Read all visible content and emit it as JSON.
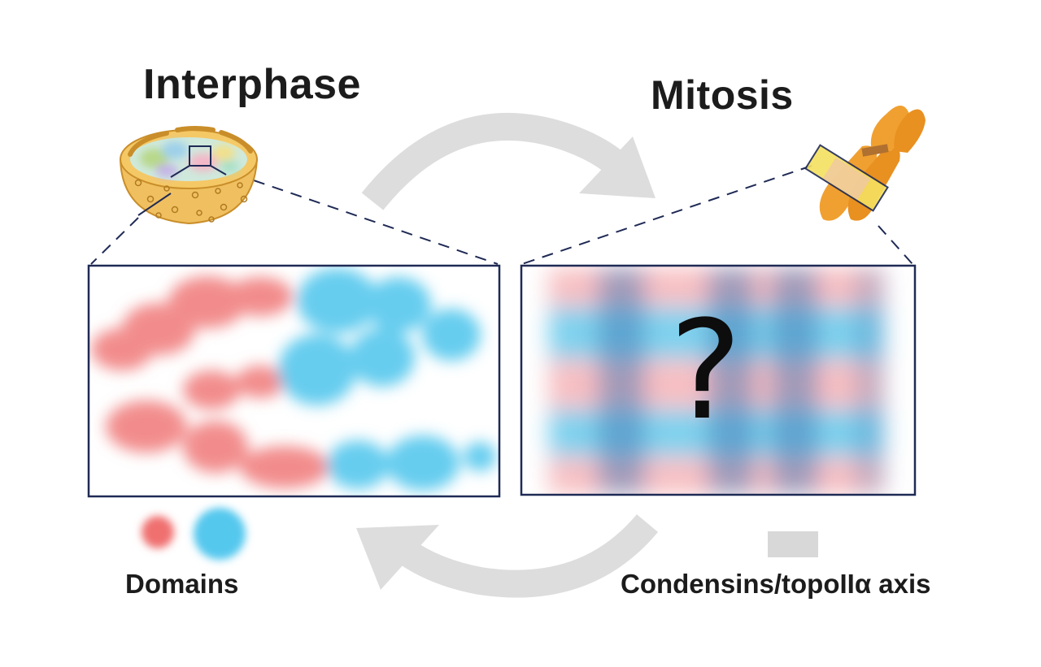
{
  "interphase": {
    "title": "Interphase"
  },
  "mitosis": {
    "title": "Mitosis",
    "unknown_mark": "?"
  },
  "legend": {
    "domains_label": "Domains",
    "axis_label": "Condensins/topoIIα axis"
  },
  "colors": {
    "domain_red": "#f07a7a",
    "domain_blue": "#55c8ee",
    "axis_blue": "#4a90c8",
    "arrow_gray": "#dcdcdc",
    "frame": "#1f2a55",
    "nucleus": "#e9b54a",
    "chromosome": "#f0a030"
  },
  "icons": {
    "left": "nucleus-icon",
    "right": "chromosome-icon",
    "top_arrow": "curved-arrow-right",
    "bottom_arrow": "curved-arrow-left"
  }
}
